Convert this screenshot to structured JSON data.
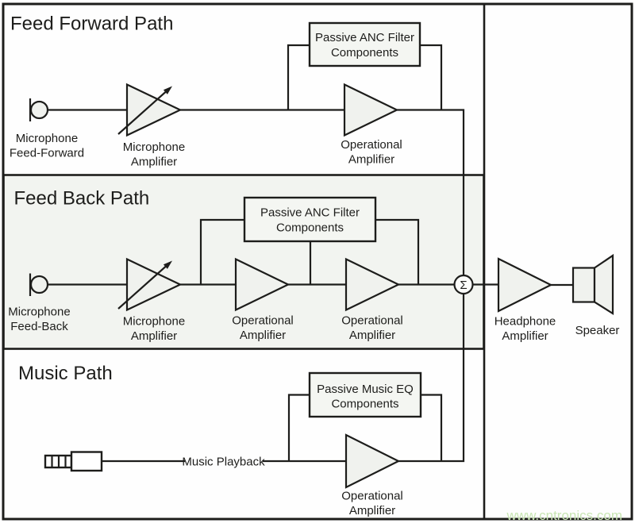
{
  "colors": {
    "stroke": "#1d1d1b",
    "background": "#fefefe",
    "component_fill": "#f0f2ee",
    "box_fill": "#f4f6f2",
    "feedback_section_bg": "#f2f4f0",
    "watermark_green": "#c9e6b4"
  },
  "sections": {
    "feed_forward": {
      "title": "Feed Forward Path"
    },
    "feed_back": {
      "title": "Feed Back Path"
    },
    "music": {
      "title": "Music Path"
    }
  },
  "feed_forward": {
    "mic_label": [
      "Microphone",
      "Feed-Forward"
    ],
    "mic_amp_label": [
      "Microphone",
      "Amplifier"
    ],
    "filter_box": [
      "Passive ANC Filter",
      "Components"
    ],
    "opamp_label": [
      "Operational",
      "Amplifier"
    ]
  },
  "feed_back": {
    "mic_label": [
      "Microphone",
      "Feed-Back"
    ],
    "mic_amp_label": [
      "Microphone",
      "Amplifier"
    ],
    "filter_box": [
      "Passive ANC Filter",
      "Components"
    ],
    "opamp1_label": [
      "Operational",
      "Amplifier"
    ],
    "opamp2_label": [
      "Operational",
      "Amplifier"
    ]
  },
  "music": {
    "source_label": "Music Playback",
    "eq_box": [
      "Passive Music EQ",
      "Components"
    ],
    "opamp_label": [
      "Operational",
      "Amplifier"
    ]
  },
  "output_stage": {
    "summer_symbol": "Σ",
    "headphone_amp_label": [
      "Headphone",
      "Amplifier"
    ],
    "speaker_label": "Speaker"
  },
  "watermark": "www.cntronics.com"
}
